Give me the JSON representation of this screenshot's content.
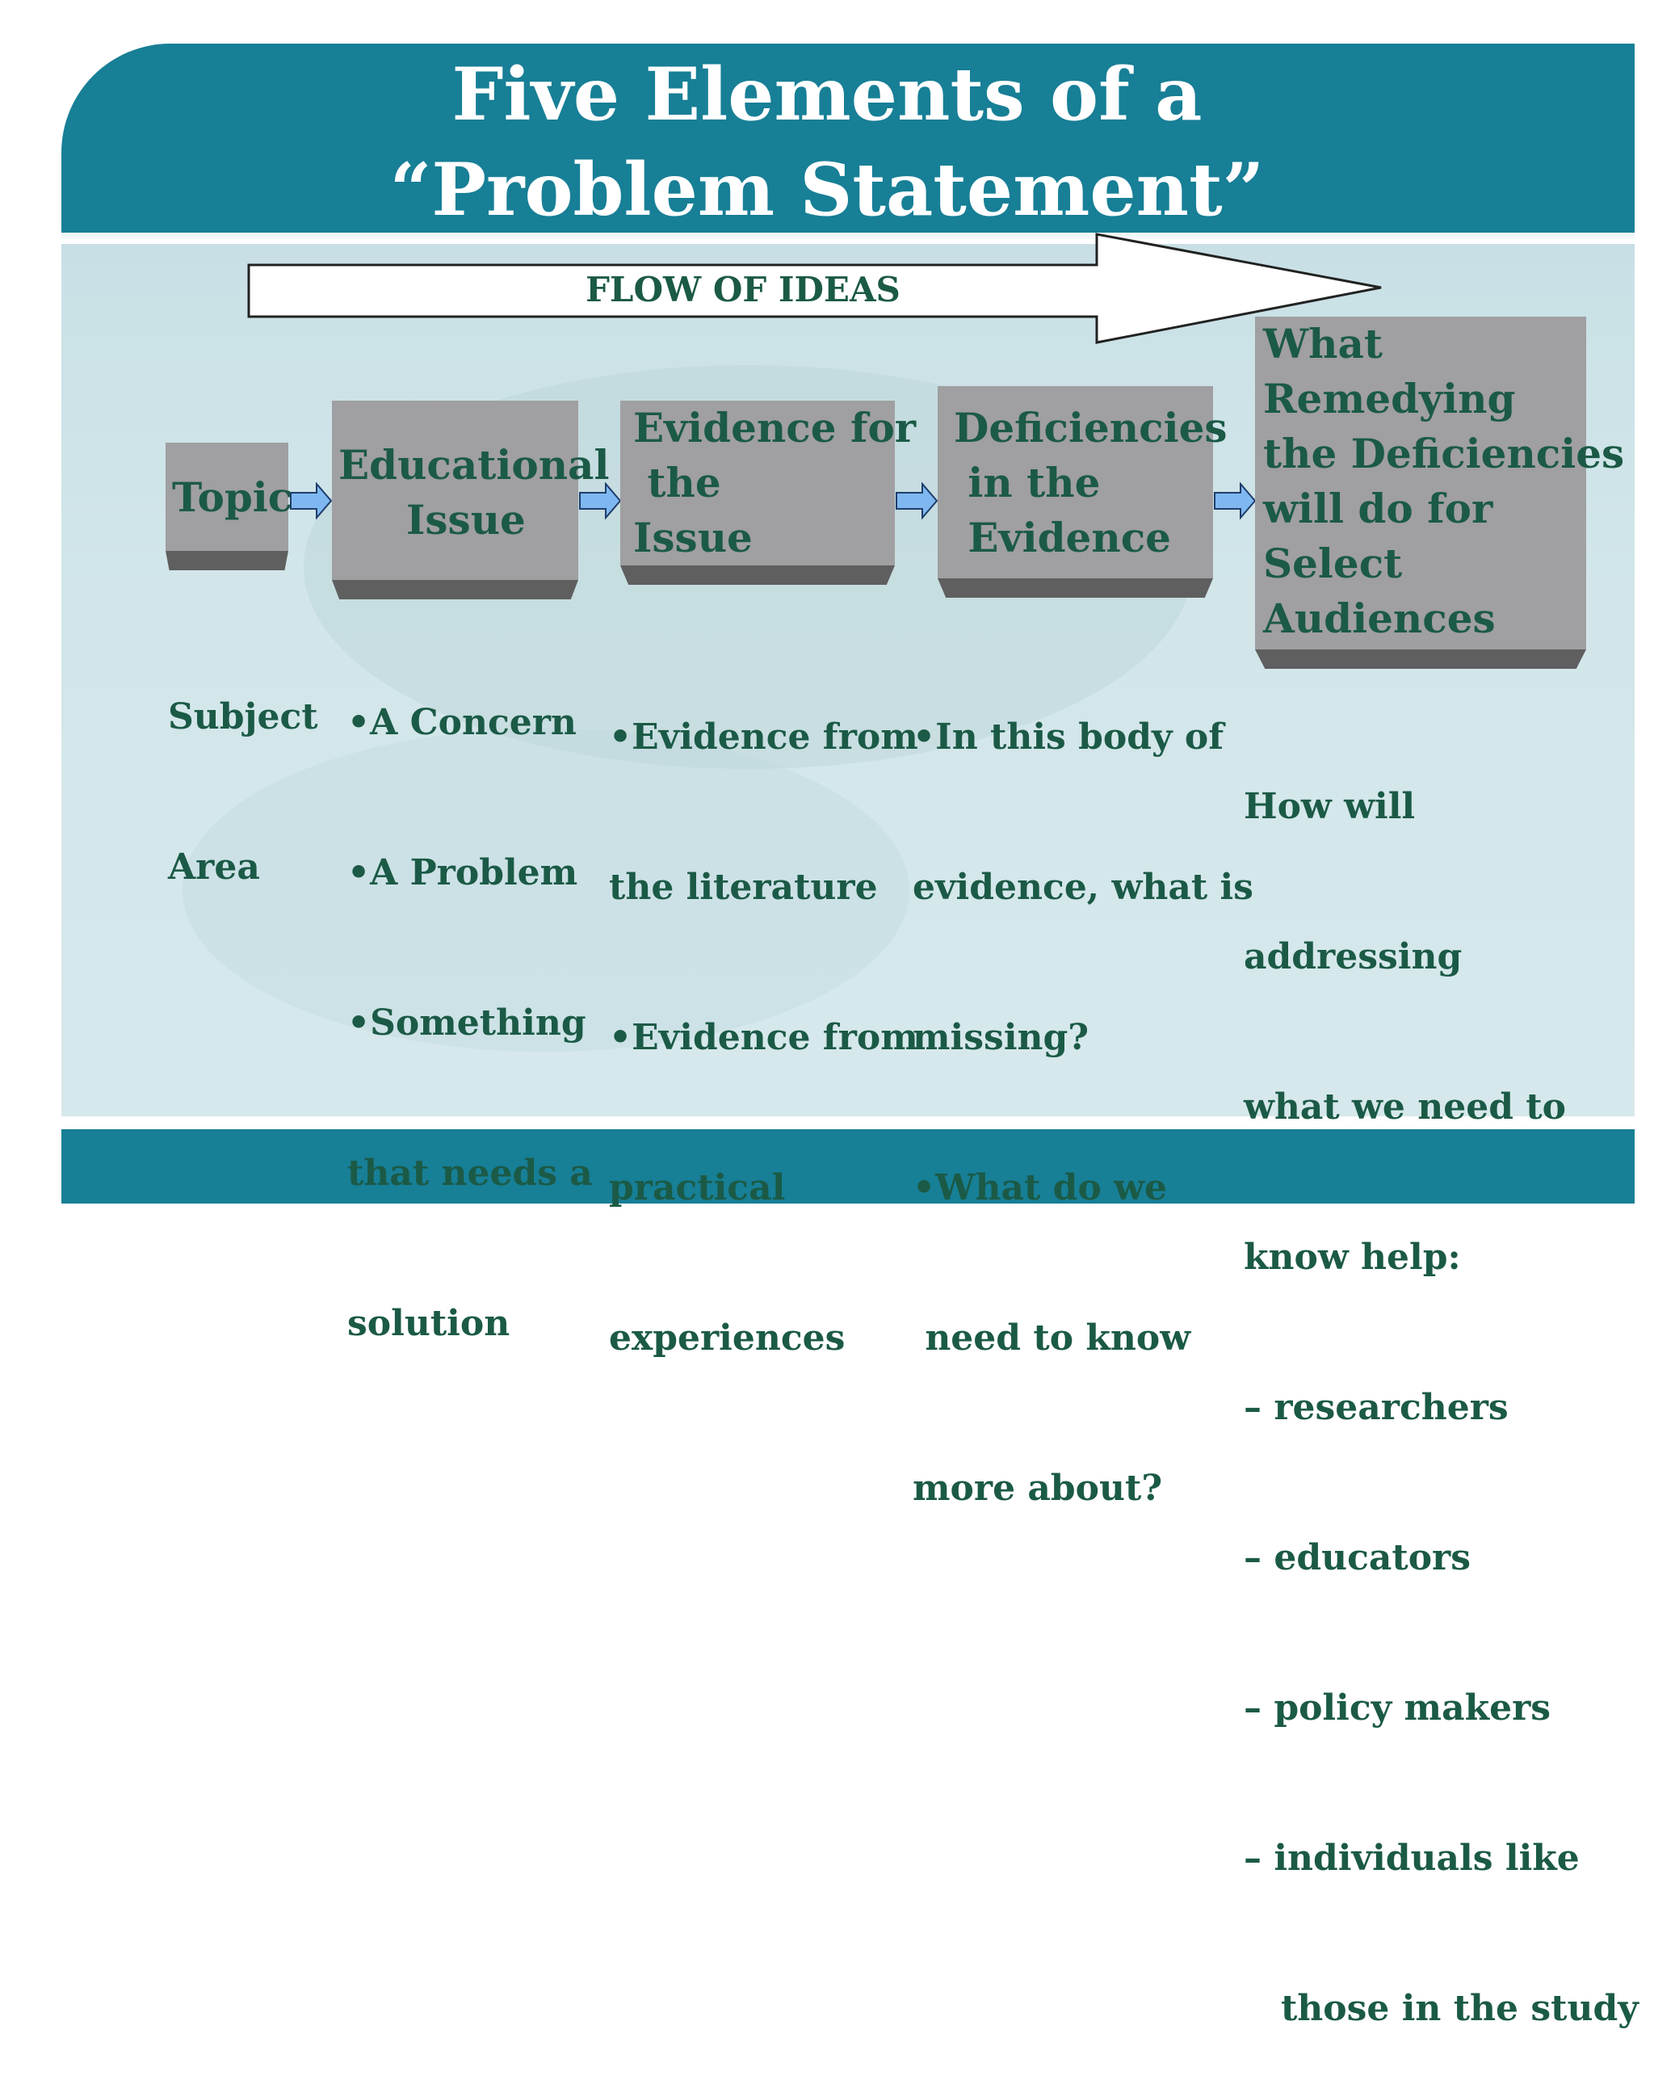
{
  "slide": {
    "title_line1": "Five Elements of a",
    "title_line2": "“Problem Statement”",
    "flow_label": "FLOW OF IDEAS",
    "colors": {
      "header": "#177f96",
      "box": "#a09fa1",
      "box_shadow": "#5f5f5f",
      "text": "#1b5a46",
      "connector": "#7fb8f0"
    }
  },
  "elements": [
    {
      "box_lines": [
        "Topic"
      ],
      "desc_lines": [
        "Subject",
        "Area"
      ]
    },
    {
      "box_lines": [
        "Educational",
        "Issue"
      ],
      "desc_lines": [
        "•A Concern",
        "•A Problem",
        "•Something",
        "that needs a",
        "solution"
      ]
    },
    {
      "box_lines": [
        "Evidence for",
        " the",
        "Issue"
      ],
      "desc_lines": [
        "•Evidence from",
        "the literature",
        "•Evidence from",
        "practical",
        "experiences"
      ]
    },
    {
      "box_lines": [
        "Deficiencies",
        " in the",
        " Evidence"
      ],
      "desc_lines": [
        "•In this body of",
        "evidence, what is",
        "missing?",
        "•What do we",
        " need to know",
        "more about?"
      ]
    },
    {
      "box_lines": [
        "What",
        "Remedying",
        "the Deficiencies",
        "will do for",
        "Select",
        "Audiences"
      ],
      "desc_lines": [
        "How will",
        "addressing",
        "what we need to",
        "know help:",
        "– researchers",
        "– educators",
        "– policy makers",
        "– individuals like",
        "   those in the study"
      ]
    }
  ]
}
